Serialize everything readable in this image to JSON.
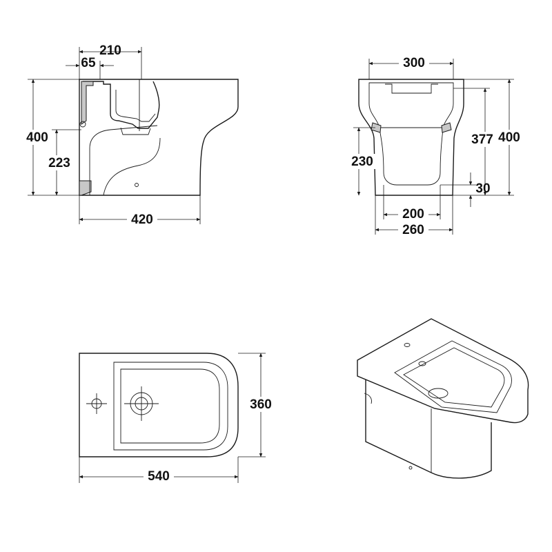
{
  "side_view": {
    "dims": {
      "top_width": "210",
      "tap_offset": "65",
      "height": "400",
      "waste_height": "223",
      "depth": "420"
    }
  },
  "front_view": {
    "dims": {
      "top_width": "300",
      "overall_height": "400",
      "inner_height": "377",
      "bowl_depth": "230",
      "base_offset": "30",
      "inner_base": "200",
      "base_width": "260"
    }
  },
  "plan_view": {
    "dims": {
      "width": "360",
      "length": "540"
    }
  },
  "isometric_view": {}
}
